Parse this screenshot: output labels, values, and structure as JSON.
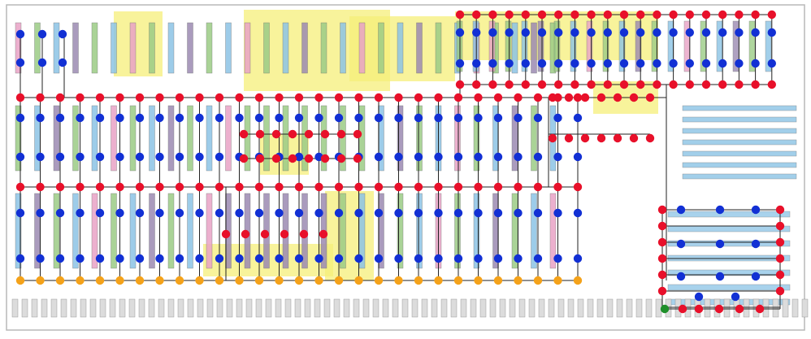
{
  "map": {
    "colors": {
      "background": "#ffffff",
      "floor_outline": "#b8b8b8",
      "yellow_zone": "#f6ef7a",
      "pink_shelf": "#e9a3c6",
      "green_shelf": "#9ccc86",
      "blue_shelf": "#8cc4e6",
      "purple_shelf": "#9c8ab2",
      "edge_line": "#222222",
      "red_node": "#e8102a",
      "blue_node": "#1230d4",
      "orange_node": "#f4a21a",
      "green_node": "#1f8f2a"
    },
    "legend_nodes": [
      "red_node",
      "blue_node",
      "orange_node",
      "green_node"
    ],
    "icon_names": [
      "store-floor-plan",
      "graph-overlay",
      "node-marker"
    ]
  }
}
